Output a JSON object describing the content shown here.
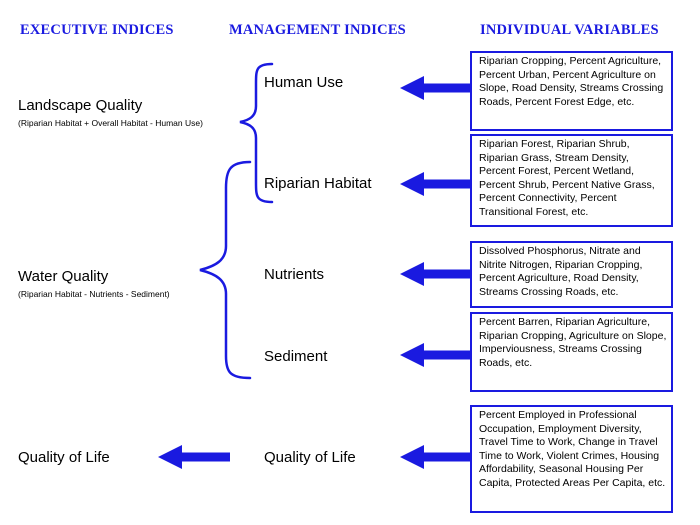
{
  "headers": {
    "executive": "EXECUTIVE INDICES",
    "management": "MANAGEMENT INDICES",
    "variables": "INDIVIDUAL VARIABLES"
  },
  "executive_indices": [
    {
      "title": "Landscape Quality",
      "formula": "(Riparian Habitat + Overall Habitat  - Human Use)"
    },
    {
      "title": "Water Quality",
      "formula": "(Riparian Habitat  - Nutrients - Sediment)"
    },
    {
      "title": "Quality of Life",
      "formula": ""
    }
  ],
  "management_indices": [
    {
      "label": "Human Use"
    },
    {
      "label": "Riparian Habitat"
    },
    {
      "label": "Nutrients"
    },
    {
      "label": "Sediment"
    },
    {
      "label": "Quality of Life"
    }
  ],
  "variable_boxes": [
    {
      "text": "Riparian Cropping, Percent Agriculture, Percent Urban, Percent Agriculture on Slope, Road Density, Streams Crossing Roads, Percent Forest Edge, etc."
    },
    {
      "text": "Riparian Forest, Riparian Shrub, Riparian Grass, Stream Density, Percent Forest, Percent Wetland, Percent Shrub, Percent Native Grass, Percent Connectivity, Percent Transitional Forest, etc."
    },
    {
      "text": "Dissolved Phosphorus, Nitrate and Nitrite Nitrogen, Riparian Cropping, Percent Agriculture, Road Density, Streams Crossing Roads, etc."
    },
    {
      "text": "Percent Barren, Riparian Agriculture, Riparian Cropping, Agriculture on Slope, Imperviousness,  Streams Crossing Roads, etc."
    },
    {
      "text": "Percent Employed in Professional Occupation, Employment Diversity, Travel Time to Work, Change in Travel Time to Work, Violent Crimes, Housing Affordability, Seasonal Housing Per Capita, Protected Areas Per Capita, etc."
    }
  ],
  "colors": {
    "accent": "#1a1ae0",
    "text": "#000000",
    "background": "#ffffff"
  }
}
